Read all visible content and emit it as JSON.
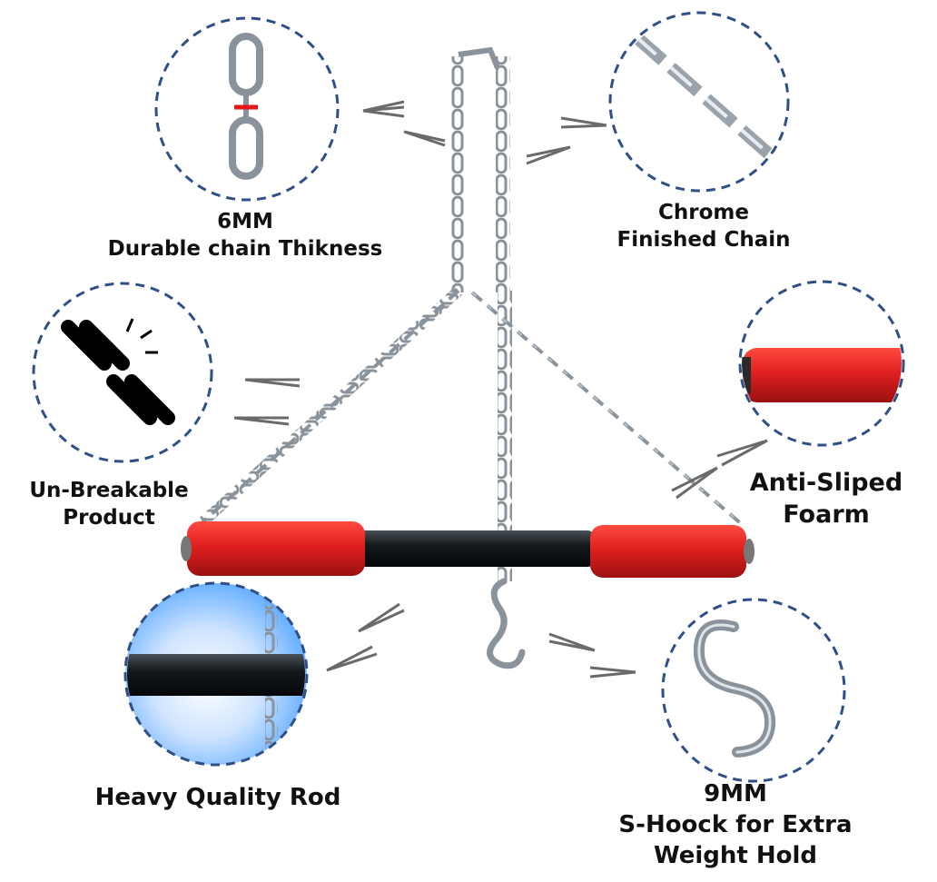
{
  "features": {
    "chain_thickness": {
      "title": "6MM",
      "desc": "Durable chain Thikness",
      "icon": "chain-closeup-icon"
    },
    "chrome_chain": {
      "line1": "Chrome",
      "line2": "Finished Chain",
      "icon": "chrome-chain-icon"
    },
    "unbreakable": {
      "line1": "Un-Breakable",
      "line2": "Product",
      "icon": "broken-chain-icon"
    },
    "foam": {
      "line1": "Anti-Sliped",
      "line2": "Foarm",
      "icon": "foam-grip-icon"
    },
    "rod": {
      "label": "Heavy Quality Rod",
      "icon": "rod-closeup-icon"
    },
    "hook": {
      "title": "9MM",
      "line2": "S-Hoock for Extra",
      "line3": "Weight Hold",
      "icon": "s-hook-icon"
    }
  },
  "colors": {
    "foam_red": "#e0201f",
    "rod_black": "#15191d",
    "chain_silver": "#8a939c",
    "circle_dash": "#2f4f88",
    "arrow_gray": "#6a6a6a"
  }
}
